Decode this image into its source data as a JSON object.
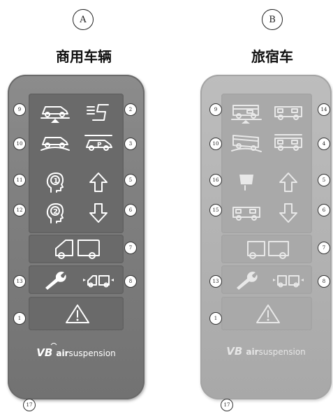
{
  "figures": [
    {
      "letter": "A",
      "title": "商用车辆",
      "logo": {
        "brand": "VB",
        "text_bold": "air",
        "text_light": "suspension"
      },
      "buttons": [
        {
          "num": "9",
          "icon": "vehicle-raise-icon"
        },
        {
          "num": "2",
          "icon": "speed-level-icon"
        },
        {
          "num": "10",
          "icon": "vehicle-lower-icon"
        },
        {
          "num": "3",
          "icon": "parking-level-icon"
        },
        {
          "num": "11",
          "icon": "memory-1-icon"
        },
        {
          "num": "5",
          "icon": "arrow-up-icon"
        },
        {
          "num": "12",
          "icon": "memory-2-icon"
        },
        {
          "num": "6",
          "icon": "arrow-down-icon"
        },
        {
          "num": "7",
          "icon": "axle-select-icon"
        },
        {
          "num": "13",
          "icon": "wrench-icon"
        },
        {
          "num": "8",
          "icon": "level-select-icon"
        },
        {
          "num": "1",
          "icon": "warning-icon"
        }
      ],
      "bottom_num": "17"
    },
    {
      "letter": "B",
      "title": "旅宿车",
      "logo": {
        "brand": "VB",
        "text_bold": "air",
        "text_light": "suspension"
      },
      "buttons": [
        {
          "num": "9",
          "icon": "camper-raise-icon"
        },
        {
          "num": "14",
          "icon": "camper-level-icon"
        },
        {
          "num": "10",
          "icon": "camper-lower-icon"
        },
        {
          "num": "4",
          "icon": "camper-store-icon"
        },
        {
          "num": "16",
          "icon": "bucket-icon"
        },
        {
          "num": "5",
          "icon": "arrow-up-icon"
        },
        {
          "num": "15",
          "icon": "camper-level-2-icon"
        },
        {
          "num": "6",
          "icon": "arrow-down-icon"
        },
        {
          "num": "7",
          "icon": "axle-select-icon"
        },
        {
          "num": "13",
          "icon": "wrench-icon"
        },
        {
          "num": "8",
          "icon": "level-select-icon"
        },
        {
          "num": "1",
          "icon": "warning-icon"
        }
      ],
      "bottom_num": "17"
    }
  ]
}
